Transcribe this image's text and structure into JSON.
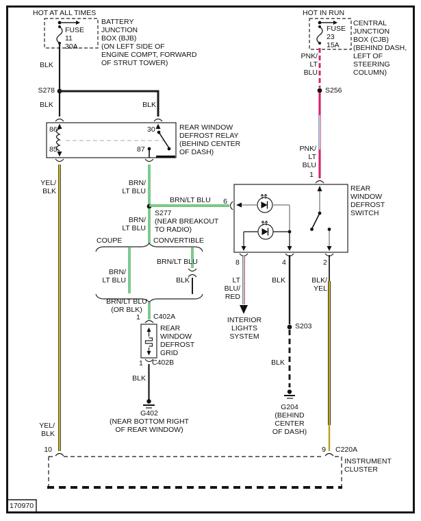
{
  "labels": {
    "hot_left": "HOT AT ALL TIMES",
    "hot_right": "HOT IN RUN",
    "fuse_left": "FUSE\n11\n30A",
    "fuse_right": "FUSE\n23\n15A",
    "bjb": "BATTERY\nJUNCTION\nBOX (BJB)\n(ON LEFT SIDE OF\nENGINE COMPT, FORWARD\nOF STRUT TOWER)",
    "cjb": "CENTRAL\nJUNCTION\nBOX (CJB)\n(BEHIND DASH,\nLEFT OF\nSTEERING\nCOLUMN)",
    "blk_a": "BLK",
    "blk_b": "BLK",
    "blk_c": "BLK",
    "s278": "S278",
    "s256": "S256",
    "pnk_ltblu_a": "PNK/\nLT BLU",
    "pnk_ltblu_b": "PNK/\nLT BLU",
    "relay_pin_86": "86",
    "relay_pin_85": "85",
    "relay_pin_30": "30",
    "relay_pin_87": "87",
    "relay_label": "REAR WINDOW\nDEFROST RELAY\n(BEHIND CENTER\nOF DASH)",
    "yel_blk_a": "YEL/\nBLK",
    "yel_blk_b": "YEL/\nBLK",
    "brn_ltblu_a": "BRN/\nLT BLU",
    "brn_ltblu_h": "BRN/LT BLU",
    "switch_pin_6": "6",
    "switch_pin_1": "1",
    "switch_pin_8": "8",
    "switch_pin_4": "4",
    "switch_pin_2": "2",
    "s277": "S277\n(NEAR BREAKOUT\nTO RADIO)",
    "brn_ltblu_b": "BRN/\nLT BLU",
    "coupe": "COUPE",
    "convertible": "CONVERTIBLE",
    "brn_ltblu_c": "BRN/\nLT BLU",
    "brn_ltblu_d": "BRN/LT BLU",
    "blk_d": "BLK",
    "brn_ltblu_or_blk": "BRN/LT BLU\n(OR BLK)",
    "c402a_pin": "1",
    "c402a": "C402A",
    "grid_label": "REAR\nWINDOW\nDEFROST\nGRID",
    "c402b_pin": "1",
    "c402b": "C402B",
    "blk_e": "BLK",
    "g402": "G402\n(NEAR BOTTOM RIGHT\nOF REAR WINDOW)",
    "switch_label": "REAR\nWINDOW\nDEFROST\nSWITCH",
    "lt_blu_red": "LT BLU/\nRED",
    "interior": "INTERIOR\nLIGHTS\nSYSTEM",
    "blk_f": "BLK",
    "s203": "S203",
    "blk_g": "BLK",
    "g204": "G204\n(BEHIND\nCENTER\nOF DASH)",
    "blk_yel": "BLK/\nYEL",
    "pin_10": "10",
    "pin_9": "9",
    "c220a": "C220A",
    "cluster": "INSTRUMENT\nCLUSTER",
    "doc_number": "170970"
  },
  "colors": {
    "wire_black": "#1c1c1c",
    "wire_yellow": "#e0c718",
    "wire_green": "#4faf3c",
    "wire_ltblue": "#8fd9e2",
    "wire_pink": "#d6246e",
    "wire_red": "#c1272d",
    "wire_dkyellow": "#b5a117",
    "inner_gray": "#8c8c8c",
    "dash_gray": "#aaaaaa"
  }
}
